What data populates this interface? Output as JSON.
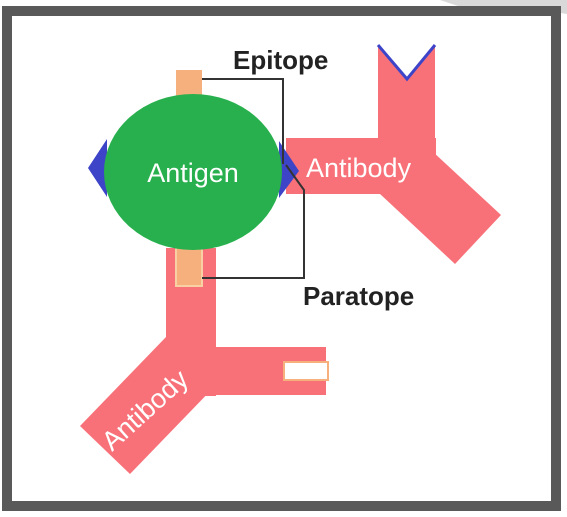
{
  "labels": {
    "epitope": "Epitope",
    "paratope": "Paratope",
    "antigen": "Antigen",
    "antibody_right": "Antibody",
    "antibody_bottom": "Antibody"
  },
  "colors": {
    "frame": "#595959",
    "antibody": "#f87179",
    "antigen": "#27b04d",
    "epitope_blue": "#3e44c8",
    "paratope_orange": "#f6b07d",
    "pointer_line": "#333333"
  }
}
